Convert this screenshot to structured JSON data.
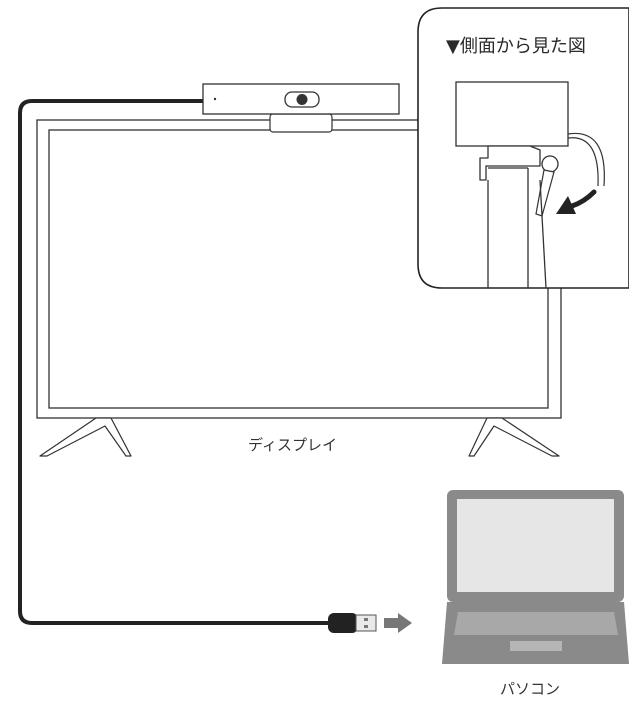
{
  "inset": {
    "title": "▼側面から見た図"
  },
  "labels": {
    "display": "ディスプレイ",
    "pc": "パソコン"
  },
  "colors": {
    "outline": "#333333",
    "cable": "#222222",
    "laptop_body": "#8a8a8a",
    "laptop_screen": "#e6e6e6",
    "arrow": "#777777"
  }
}
